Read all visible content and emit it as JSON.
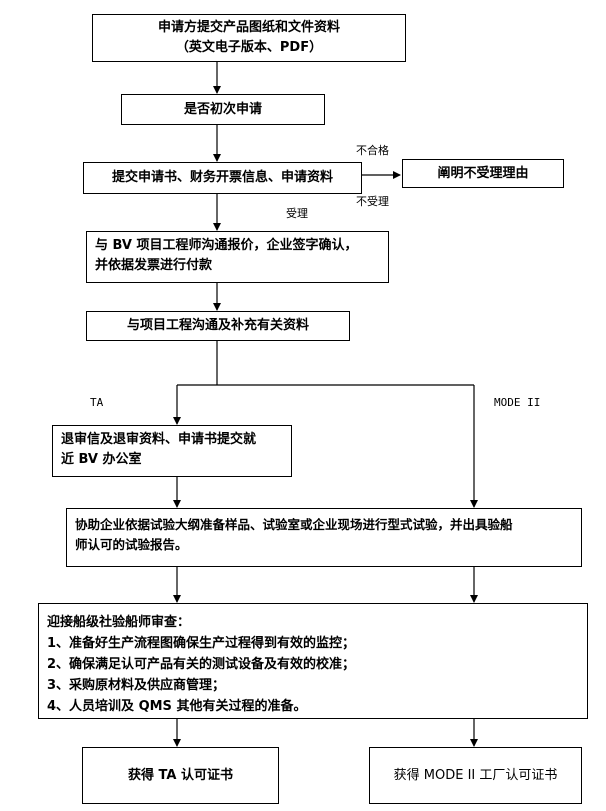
{
  "nodes": {
    "submit_drawings": {
      "line1": "申请方提交产品图纸和文件资料",
      "line2": "（英文电子版本、PDF）"
    },
    "first_application": "是否初次申请",
    "submit_forms": "提交申请书、财务开票信息、申请资料",
    "explain_rejection": "阐明不受理理由",
    "quote_confirm": {
      "line1": "与 BV 项目工程师沟通报价，企业签字确认，",
      "line2": "并依据发票进行付款"
    },
    "supplement_docs": "与项目工程沟通及补充有关资料",
    "submit_office": {
      "line1": "退审信及退审资料、申请书提交就",
      "line2": "近 BV 办公室"
    },
    "type_test": {
      "line1": "协助企业依据试验大纲准备样品、试验室或企业现场进行型式试验，并出具验船",
      "line2": "师认可的试验报告。"
    },
    "surveyor_review": {
      "title": "迎接船级社验船师审查：",
      "items": [
        "1、准备好生产流程图确保生产过程得到有效的监控；",
        "2、确保满足认可产品有关的测试设备及有效的校准；",
        "3、采购原材料及供应商管理；",
        "4、人员培训及 QMS 其他有关过程的准备。"
      ]
    },
    "ta_certificate": "获得 TA 认可证书",
    "mode2_certificate": "获得 MODE II 工厂认可证书"
  },
  "labels": {
    "unqualified": "不合格",
    "not_accepted": "不受理",
    "accepted": "受理",
    "branch_ta": "TA",
    "branch_mode2": "MODE II"
  }
}
